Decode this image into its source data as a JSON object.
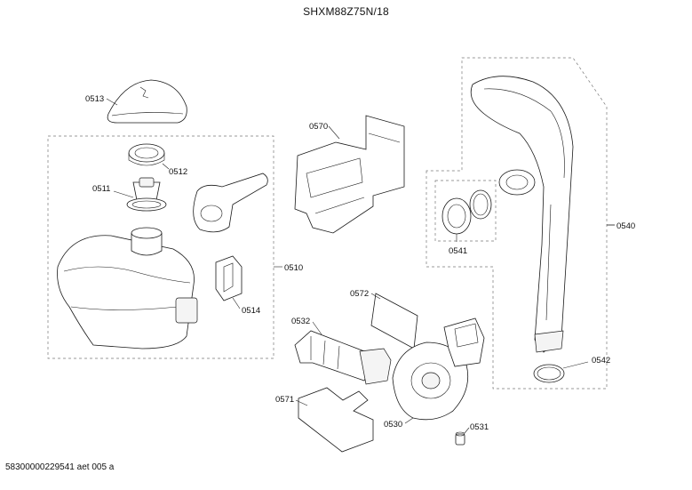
{
  "header": {
    "title": "SHXM88Z75N/18"
  },
  "footer": {
    "doc_code": "58300000229541 aet 005 a"
  },
  "labels": {
    "p0513": "0513",
    "p0512": "0512",
    "p0511": "0511",
    "p0510": "0510",
    "p0514": "0514",
    "p0570": "0570",
    "p0540": "0540",
    "p0541": "0541",
    "p0542": "0542",
    "p0572": "0572",
    "p0532": "0532",
    "p0571": "0571",
    "p0530": "0530",
    "p0531": "0531"
  }
}
